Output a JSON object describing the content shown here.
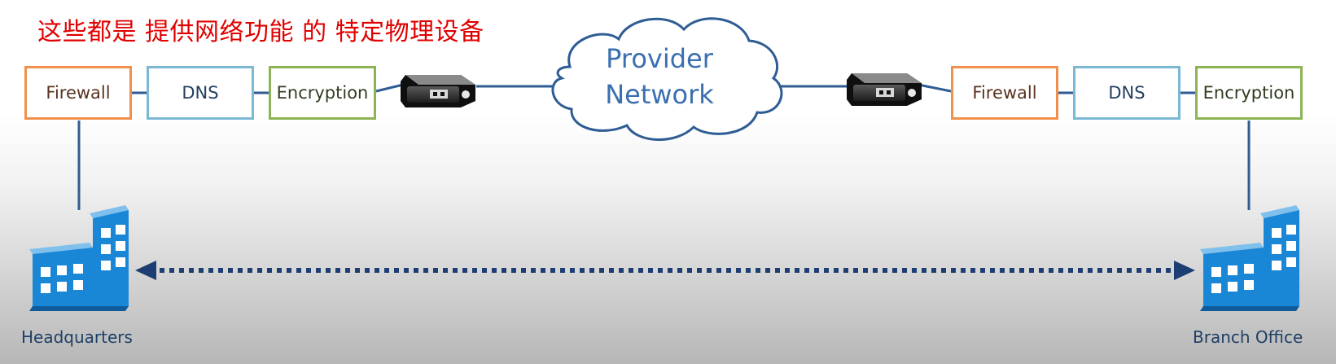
{
  "overlay": {
    "caption": "这些都是 提供网络功能 的 特定物理设备"
  },
  "left_site": {
    "devices": [
      "Firewall",
      "DNS",
      "Encryption"
    ],
    "label": "Headquarters"
  },
  "right_site": {
    "devices": [
      "Firewall",
      "DNS",
      "Encryption"
    ],
    "label": "Branch Office"
  },
  "cloud": {
    "line1": "Provider",
    "line2": "Network"
  },
  "colors": {
    "caption": "#e10000",
    "firewall_border": "#f0904a",
    "dns_border": "#7ab8d3",
    "encryption_border": "#8db454",
    "connector": "#2e5c93",
    "cloud_text": "#3a6fb0",
    "building": "#1a86d6"
  },
  "icons": {
    "router": "router-icon",
    "building": "building-icon",
    "cloud": "cloud-icon"
  }
}
